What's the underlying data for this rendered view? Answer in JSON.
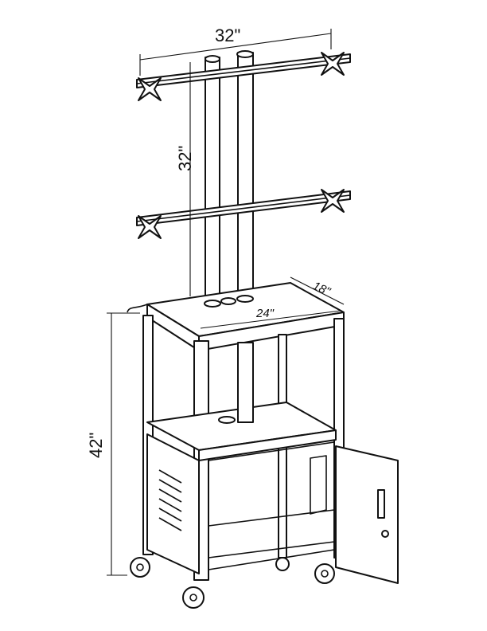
{
  "dimensions": {
    "top_width": "32\"",
    "mount_spacing": "32\"",
    "shelf_depth": "18\"",
    "shelf_width": "24\"",
    "cart_height": "42\""
  },
  "colors": {
    "line": "#111111",
    "background": "#ffffff"
  }
}
